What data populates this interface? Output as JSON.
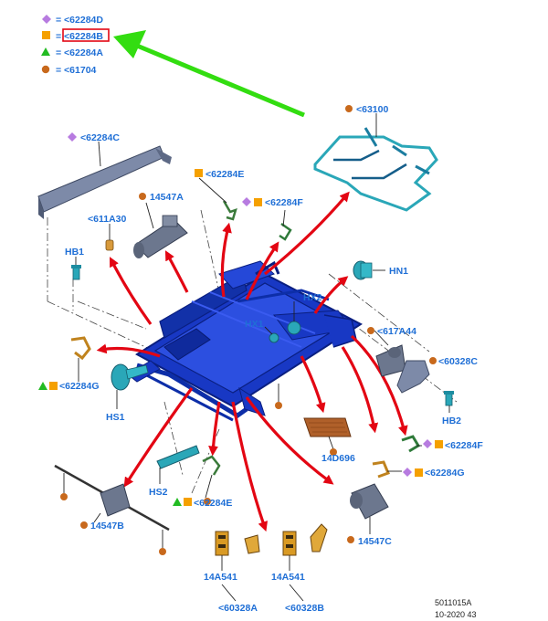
{
  "legend": [
    {
      "symbol": "diamond",
      "label": "= <62284D"
    },
    {
      "symbol": "square",
      "label": "= <62284B"
    },
    {
      "symbol": "triangle",
      "label": "= <62284A"
    },
    {
      "symbol": "dot",
      "label": "= <61704"
    }
  ],
  "parts": {
    "p63100": "<63100",
    "p62284C": "<62284C",
    "p62284E_top": "<62284E",
    "p14547A": "14547A",
    "p62284F_top": "<62284F",
    "p611A30": "<611A30",
    "pHB1": "HB1",
    "pHN1": "HN1",
    "pHX2": "HX2",
    "pHX1": "HX1",
    "p617A44": "<617A44",
    "p60328C": "<60328C",
    "p62284G_left": "<62284G",
    "pHS1": "HS1",
    "pHB2": "HB2",
    "p14D696": "14D696",
    "p62284F_right": "<62284F",
    "p62284G_right": "<62284G",
    "pHS2": "HS2",
    "p62284E_bottom": "<62284E",
    "p14547B": "14547B",
    "p14547C": "14547C",
    "p14A541_left": "14A541",
    "p14A541_right": "14A541",
    "p60328A": "<60328A",
    "p60328B": "<60328B"
  },
  "reference": {
    "line1": "5011015A",
    "line2": "10-2020 43"
  },
  "colors": {
    "callout_text": "#1f6fd6",
    "diamond": "#b77be0",
    "square": "#f5a000",
    "triangle": "#22bb22",
    "dot": "#c8691c",
    "frame": "#0d2ea8",
    "red_arrow": "#e30613",
    "green_arrow": "#33dd11",
    "highlight_box": "#e30613",
    "teal_part": "#2aa7b8",
    "gray_part": "#6e7a90"
  }
}
